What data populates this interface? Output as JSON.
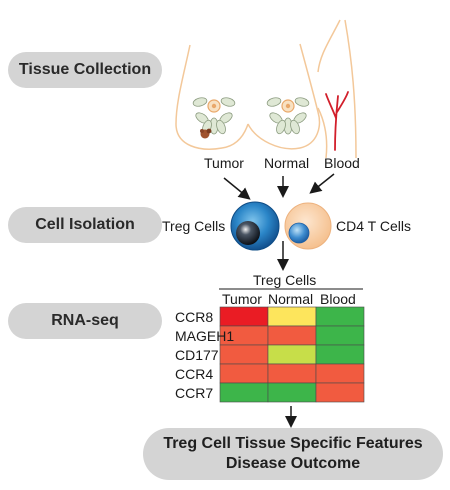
{
  "steps": {
    "collection": "Tissue Collection",
    "isolation": "Cell Isolation",
    "rnaseq": "RNA-seq"
  },
  "samples": {
    "tumor": "Tumor",
    "normal": "Normal",
    "blood": "Blood"
  },
  "cells": {
    "treg": "Treg Cells",
    "cd4": "CD4 T Cells"
  },
  "heatmap": {
    "group_title": "Treg Cells",
    "columns": [
      "Tumor",
      "Normal",
      "Blood"
    ],
    "rows": [
      "CCR8",
      "MAGEH1",
      "CD177",
      "CCR4",
      "CCR7"
    ],
    "colors": {
      "red": "#ea1c24",
      "orange": "#f15b40",
      "yellow": "#fde55c",
      "lime": "#c7de49",
      "green": "#3db54a"
    },
    "cells": [
      [
        "red",
        "yellow",
        "green"
      ],
      [
        "orange",
        "orange",
        "green"
      ],
      [
        "orange",
        "lime",
        "green"
      ],
      [
        "orange",
        "orange",
        "orange"
      ],
      [
        "green",
        "green",
        "orange"
      ]
    ]
  },
  "outcome": {
    "line1": "Treg Cell Tissue Specific Features",
    "line2": "Disease Outcome"
  }
}
